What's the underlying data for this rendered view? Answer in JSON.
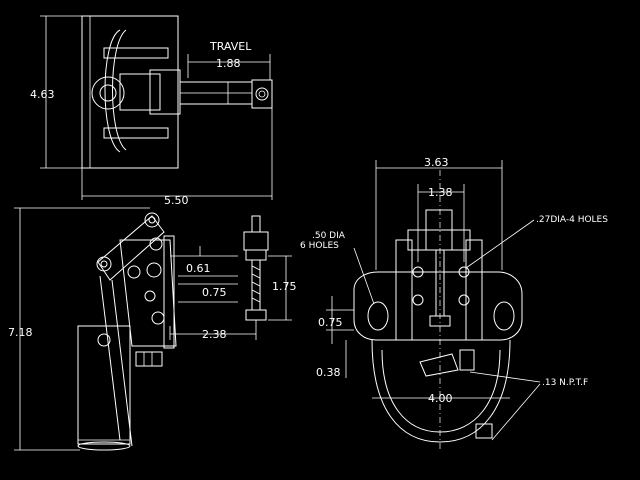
{
  "labels": {
    "travel": "TRAVEL",
    "travel_dim": "1.88",
    "top_height": "4.63",
    "top_width": "5.50",
    "side_height": "7.18",
    "dim_061": "0.61",
    "dim_075_side": "0.75",
    "dim_175": "1.75",
    "dim_238": "2.38",
    "front_width": "3.63",
    "front_138": "1.38",
    "holes_50_line1": ".50 DIA",
    "holes_50_line2": "6 HOLES",
    "holes_27": ".27DIA-4 HOLES",
    "dim_075_front": "0.75",
    "dim_038": "0.38",
    "dim_400": "4.00",
    "nptf": ".13 N.P.T.F"
  },
  "colors": {
    "background": "#000000",
    "lines": "#ffffff"
  }
}
